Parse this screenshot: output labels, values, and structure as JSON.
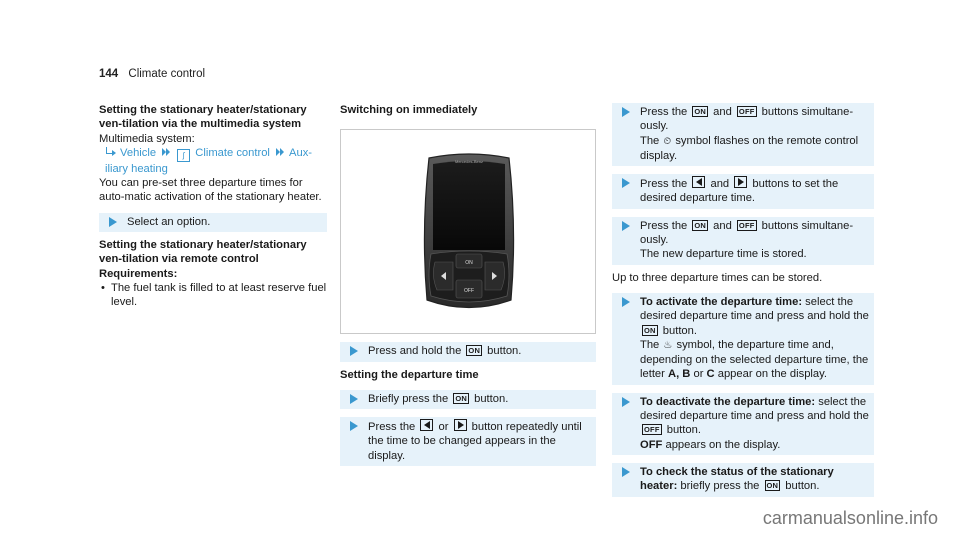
{
  "header": {
    "page_number": "144",
    "section": "Climate control"
  },
  "col1": {
    "heading1": "Setting the stationary heater/stationary ven-tilation via the multimedia system",
    "ms_label": "Multimedia system:",
    "nav": {
      "vehicle": "Vehicle",
      "climate": "Climate control",
      "aux": "Aux-iliary heating"
    },
    "intro": "You can pre-set three departure times for auto-matic activation of the stationary heater.",
    "select_step": "Select an option.",
    "heading2": "Setting the stationary heater/stationary ven-tilation via remote control",
    "req_label": "Requirements:",
    "req_item": "The fuel tank is filled to at least reserve fuel level."
  },
  "col2": {
    "heading": "Switching on immediately",
    "figure": {
      "on_label": "ON",
      "off_label": "OFF",
      "brand_text": "Mercedes-Benz"
    },
    "step1_a": "Press and hold the",
    "step1_key": "ON",
    "step1_b": "button.",
    "heading2": "Setting the departure time",
    "step2_a": "Briefly press the",
    "step2_key": "ON",
    "step2_b": "button.",
    "step3_a": "Press the",
    "step3_or": "or",
    "step3_b": "button repeatedly until the time to be changed appears in the display."
  },
  "col3": {
    "s1_a": "Press the",
    "s1_key1": "ON",
    "s1_and": "and",
    "s1_key2": "OFF",
    "s1_b": "buttons simultane-ously.",
    "s1_c": "The",
    "s1_d": "symbol flashes on the remote control display.",
    "s2_a": "Press the",
    "s2_and": "and",
    "s2_b": "buttons to set the desired departure time.",
    "s3_a": "Press the",
    "s3_key1": "ON",
    "s3_and": "and",
    "s3_key2": "OFF",
    "s3_b": "buttons simultane-ously.",
    "s3_c": "The new departure time is stored.",
    "note": "Up to three departure times can be stored.",
    "s4_title": "To activate the departure time:",
    "s4_a": "select the desired departure time and press and hold the",
    "s4_key": "ON",
    "s4_b": "button.",
    "s4_c": "The",
    "s4_d": "symbol, the departure time and, depending on the selected departure time, the letter",
    "s4_letters": "A, B",
    "s4_or": "or",
    "s4_letter_c": "C",
    "s4_e": "appear on the display.",
    "s5_title": "To deactivate the departure time:",
    "s5_a": "select the desired departure time and press and hold the",
    "s5_key": "OFF",
    "s5_b": "button.",
    "s5_off": "OFF",
    "s5_c": "appears on the display.",
    "s6_title": "To check the status of the stationary heater:",
    "s6_a": "briefly press the",
    "s6_key": "ON",
    "s6_b": "button."
  },
  "footer": {
    "watermark": "carmanualsonline.info"
  },
  "colors": {
    "accent": "#3a98cf",
    "step_bg": "#e6f2fa"
  }
}
